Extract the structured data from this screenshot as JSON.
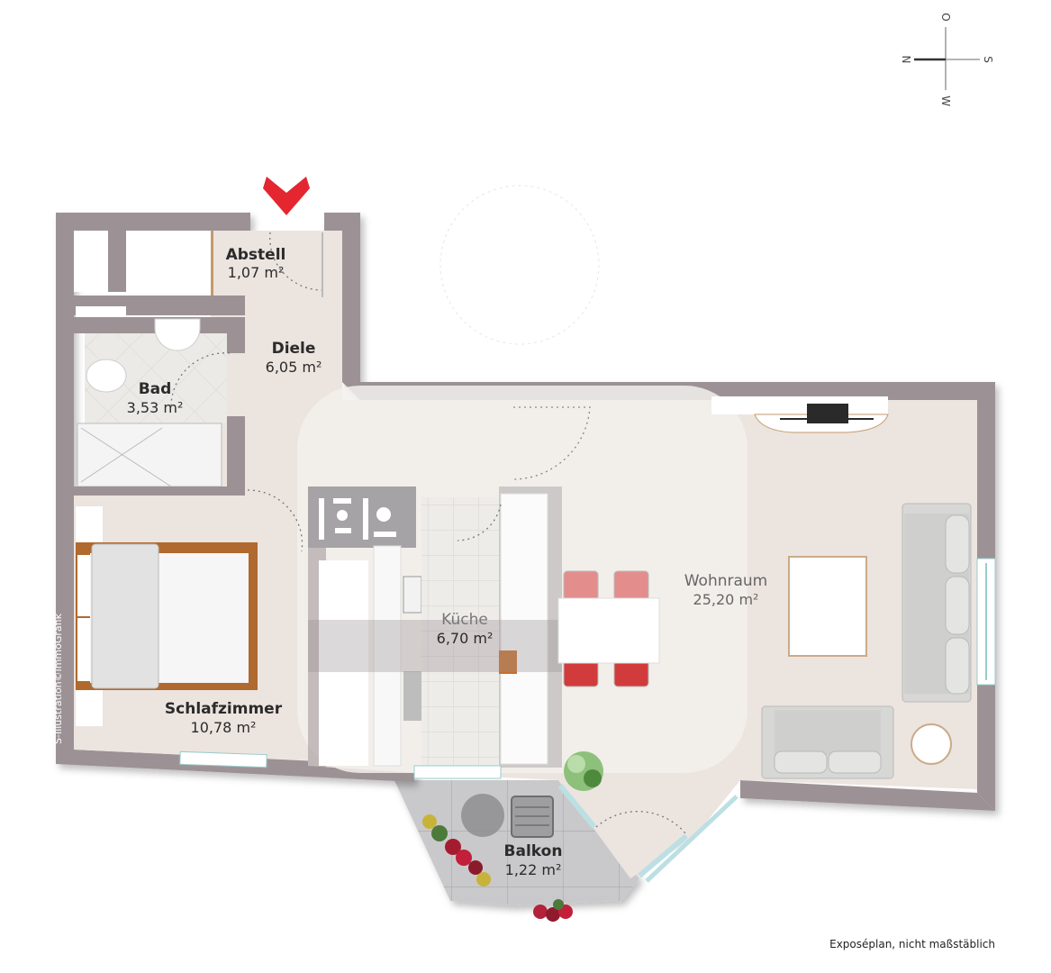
{
  "compass": {
    "north": "N",
    "east": "O",
    "south": "S",
    "west": "W"
  },
  "entrance_marker": {
    "icon": "entrance-arrow-icon",
    "color": "#e3262f"
  },
  "rooms": [
    {
      "id": "abstell",
      "name": "Abstell",
      "area": "1,07 m²"
    },
    {
      "id": "diele",
      "name": "Diele",
      "area": "6,05 m²"
    },
    {
      "id": "bad",
      "name": "Bad",
      "area": "3,53 m²"
    },
    {
      "id": "schlafzimmer",
      "name": "Schlafzimmer",
      "area": "10,78 m²"
    },
    {
      "id": "kueche",
      "name": "Küche",
      "area": "6,70 m²"
    },
    {
      "id": "wohnraum",
      "name": "Wohnraum",
      "area": "25,20 m²"
    },
    {
      "id": "balkon",
      "name": "Balkon",
      "area": "1,22 m²"
    }
  ],
  "footer_note": "Exposéplan, nicht maßstäblich",
  "credit": "Ṡ-Illustration©immoGrafik",
  "colors": {
    "wall": "#9c9295",
    "floor": "#ece4df",
    "highlight": "#f3f0ec",
    "entrance": "#e3262f",
    "balcony": "#c9c9cb",
    "bed_frame": "#b0692e",
    "chair_red": "#d9534f"
  }
}
